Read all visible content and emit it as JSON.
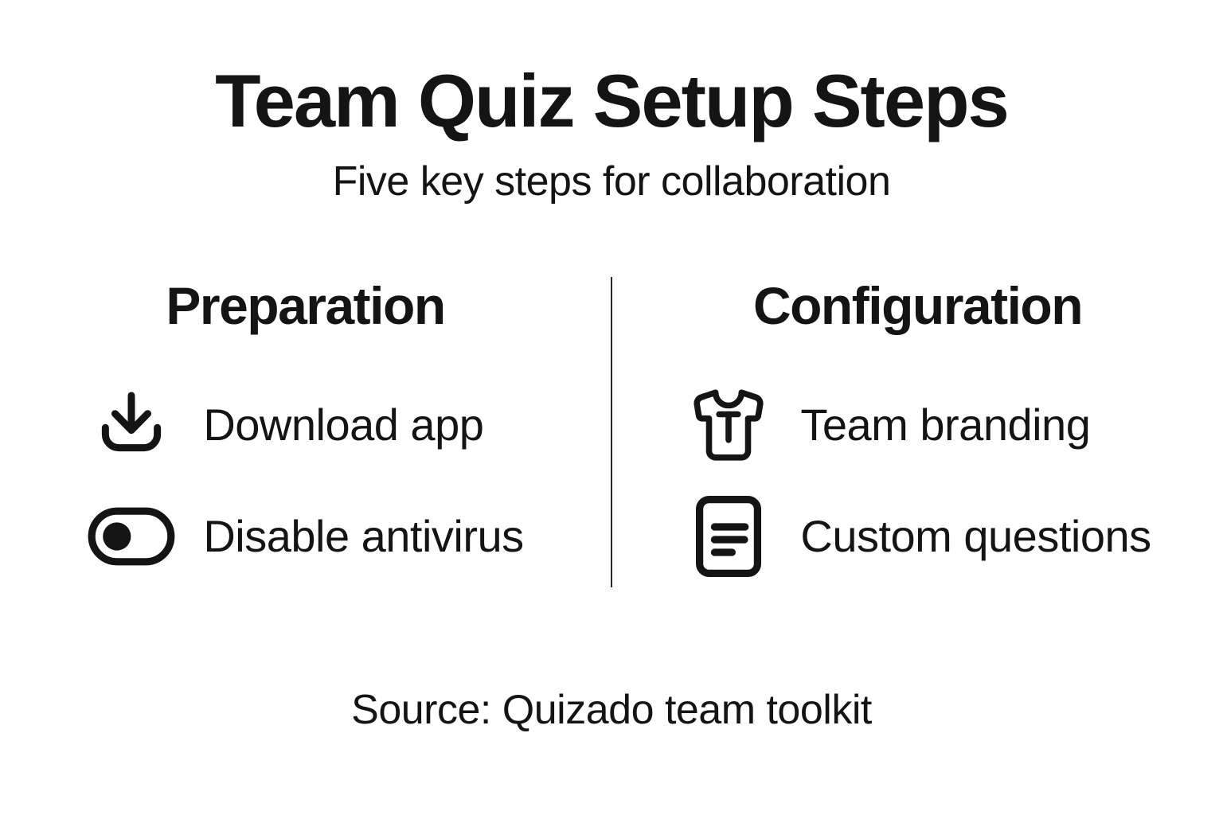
{
  "page": {
    "title": "Team Quiz Setup Steps",
    "subtitle": "Five key steps for collaboration",
    "source": "Source: Quizado team toolkit"
  },
  "columns": [
    {
      "header": "Preparation",
      "items": [
        {
          "icon": "download-icon",
          "label": "Download app"
        },
        {
          "icon": "toggle-icon",
          "label": "Disable antivirus"
        }
      ]
    },
    {
      "header": "Configuration",
      "items": [
        {
          "icon": "tshirt-icon",
          "label": "Team branding"
        },
        {
          "icon": "document-icon",
          "label": "Custom questions"
        }
      ]
    }
  ],
  "colors": {
    "background": "#ffffff",
    "text": "#141414",
    "divider": "#2a2a2a"
  }
}
